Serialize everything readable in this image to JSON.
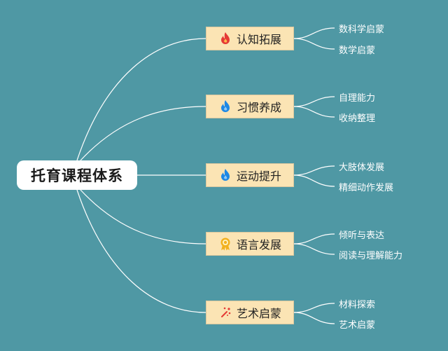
{
  "root": {
    "label": "托育课程体系"
  },
  "branches": [
    {
      "label": "认知拓展",
      "icon": "fire-red-icon",
      "color": "#e53935",
      "children": [
        "数科学启蒙",
        "数学启蒙"
      ]
    },
    {
      "label": "习惯养成",
      "icon": "fire-blue-icon",
      "color": "#1e88e5",
      "children": [
        "自理能力",
        "收纳整理"
      ]
    },
    {
      "label": "运动提升",
      "icon": "fire-blue-icon",
      "color": "#1e88e5",
      "children": [
        "大肢体发展",
        "精细动作发展"
      ]
    },
    {
      "label": "语言发展",
      "icon": "medal-icon",
      "color": "#f2b01e",
      "children": [
        "倾听与表达",
        "阅读与理解能力"
      ]
    },
    {
      "label": "艺术启蒙",
      "icon": "sparkle-icon",
      "color": "#e53935",
      "children": [
        "材料探索",
        "艺术启蒙"
      ]
    }
  ],
  "colors": {
    "background": "#4f98a4",
    "branch_fill": "#fbe4b4",
    "line": "#ffffff"
  }
}
